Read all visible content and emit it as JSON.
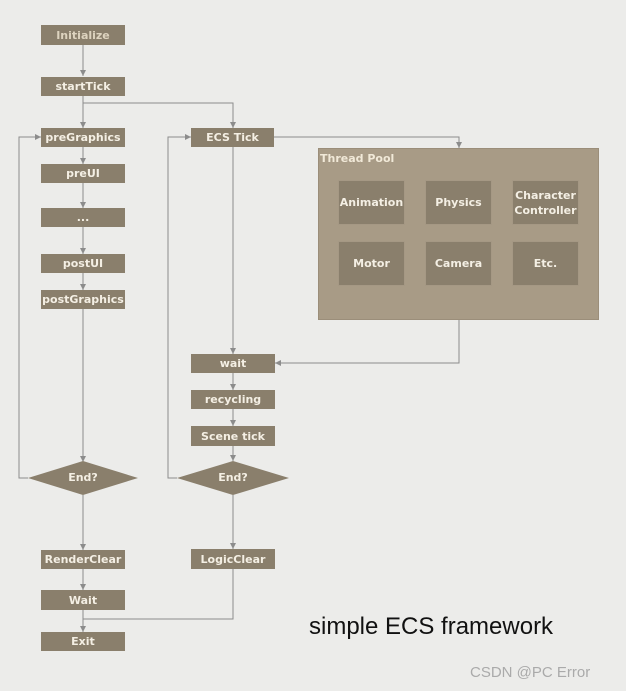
{
  "left_flow": {
    "initialize": "Initialize",
    "start_tick": "startTick",
    "pre_graphics": "preGraphics",
    "pre_ui": "preUI",
    "ellipsis": "...",
    "post_ui": "postUI",
    "post_graphics": "postGraphics",
    "end_decision": "End?",
    "render_clear": "RenderClear",
    "wait": "Wait",
    "exit": "Exit"
  },
  "right_flow": {
    "ecs_tick": "ECS Tick",
    "wait": "wait",
    "recycling": "recycling",
    "scene_tick": "Scene tick",
    "end_decision": "End?",
    "logic_clear": "LogicClear"
  },
  "thread_pool": {
    "title": "Thread Pool",
    "tasks": [
      "Animation",
      "Physics",
      "Character Controller",
      "Motor",
      "Camera",
      "Etc."
    ]
  },
  "caption": "simple ECS framework",
  "watermark": "CSDN @PC Error",
  "colors": {
    "node": "#8a7f6c",
    "pool": "#a89b86",
    "line": "#8c8c8c",
    "background": "#ececea"
  }
}
